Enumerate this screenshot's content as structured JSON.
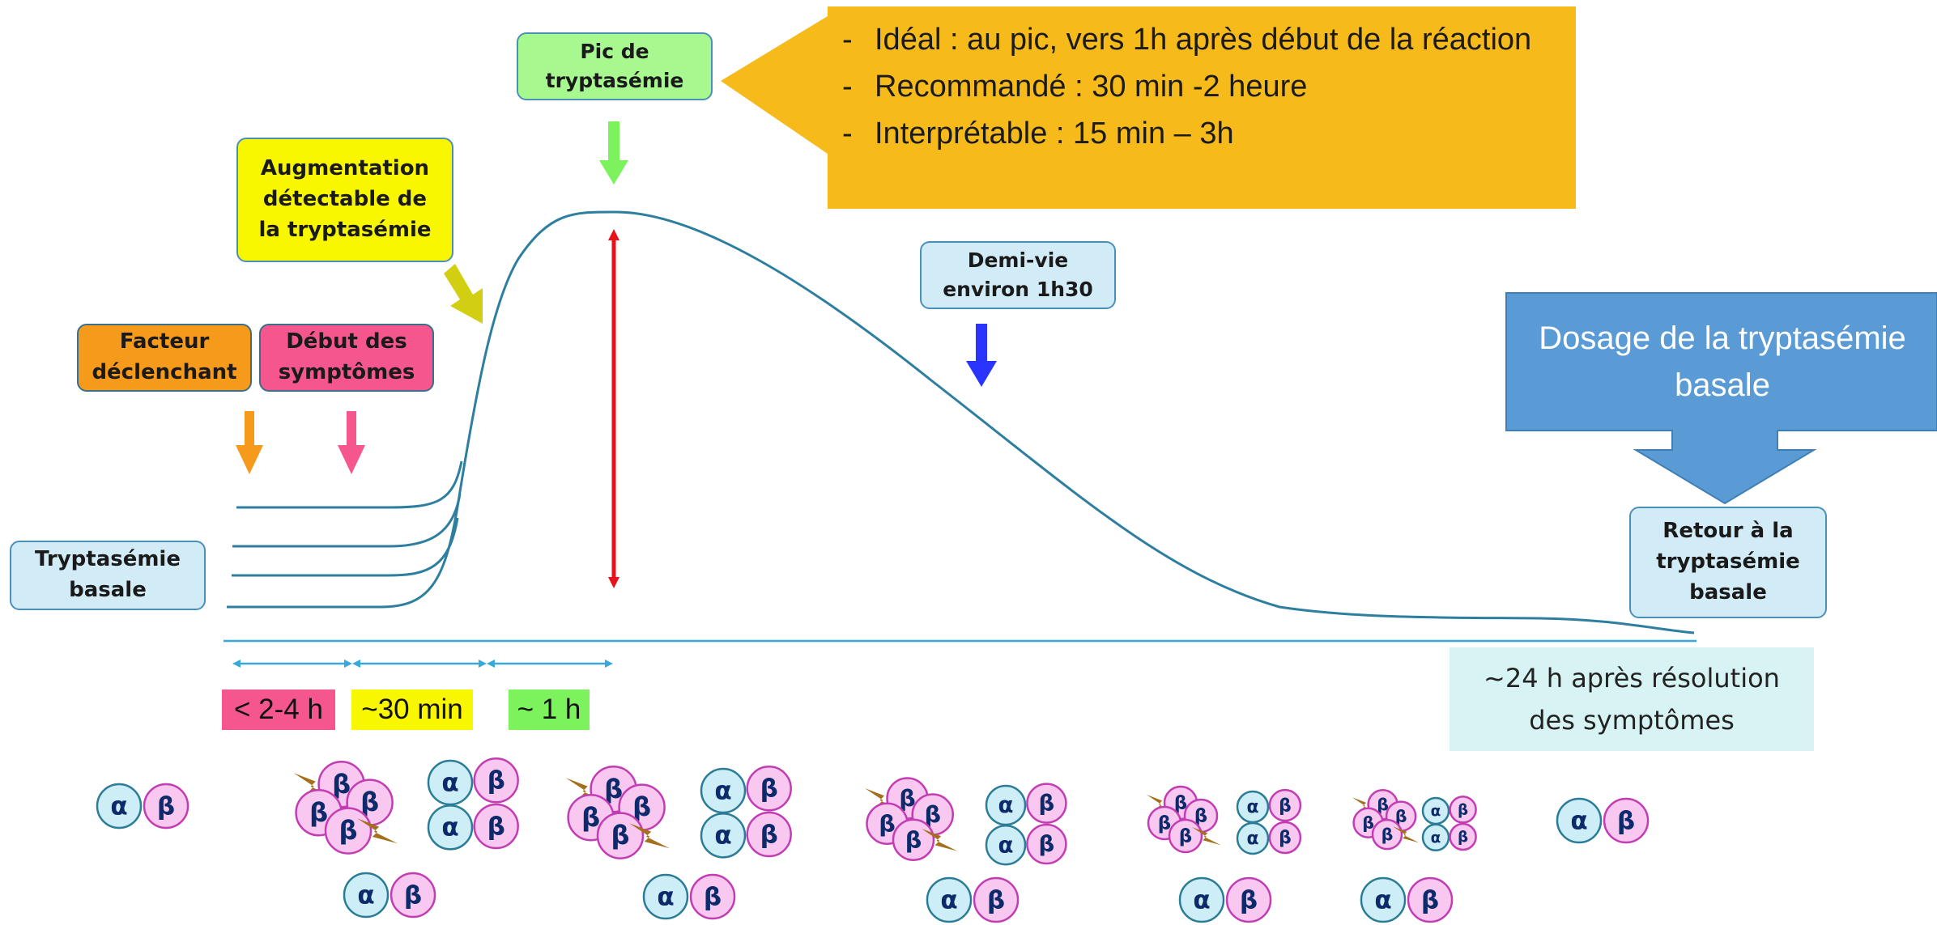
{
  "boxes": {
    "tryptasemie_basale": "Tryptasémie\nbasale",
    "facteur": "Facteur\ndéclenchant",
    "debut": "Début des\nsymptômes",
    "augmentation": "Augmentation\ndétectable de\nla tryptasémie",
    "pic": "Pic de\ntryptasémie",
    "demi_vie": "Demi-vie\nenviron 1h30",
    "retour": "Retour à la\ntryptasémie\nbasale"
  },
  "callout": {
    "items": [
      "Idéal : au pic, vers 1h après début de la réaction",
      "Recommandé : 30 min -2 heure",
      "Interprétable : 15 min – 3h"
    ]
  },
  "dosage": {
    "line1": "Dosage de la tryptasémie",
    "line2": "basale"
  },
  "timeline": {
    "t1": "< 2-4 h",
    "t2": "~30 min",
    "t3": "~ 1 h"
  },
  "after": {
    "line1": "~24 h après résolution",
    "line2": "des symptômes"
  },
  "molecules": {
    "alpha": "α",
    "beta": "β"
  },
  "colors": {
    "curve": "#2e7f9f",
    "orange": "#f59a1b",
    "pink": "#f5568e",
    "yellow": "#f9f700",
    "green": "#a7f98f",
    "light_blue": "#d2ecf7",
    "callout": "#f6ba1a",
    "dosage": "#5b9bd5",
    "red_arrow": "#e8121b",
    "blue_arrow": "#2a34ff",
    "timeline_arrow": "#3aa8d8"
  }
}
